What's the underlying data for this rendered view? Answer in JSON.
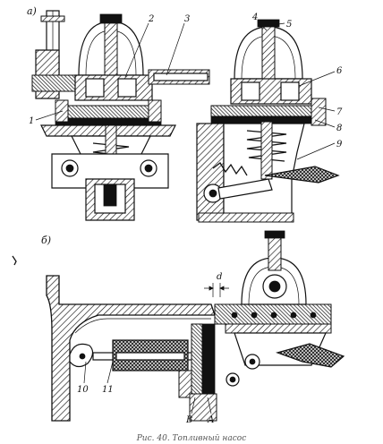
{
  "figure": {
    "panel_a_label": "а)",
    "panel_b_label": "б)",
    "caption": "Рис. 40. Топливный насос",
    "callouts_top": [
      "1",
      "2",
      "3",
      "4",
      "5",
      "6",
      "7",
      "8",
      "9"
    ],
    "callouts_bottom": {
      "d": "d",
      "ten": "10",
      "eleven": "11",
      "v": "В",
      "a": "А"
    }
  }
}
